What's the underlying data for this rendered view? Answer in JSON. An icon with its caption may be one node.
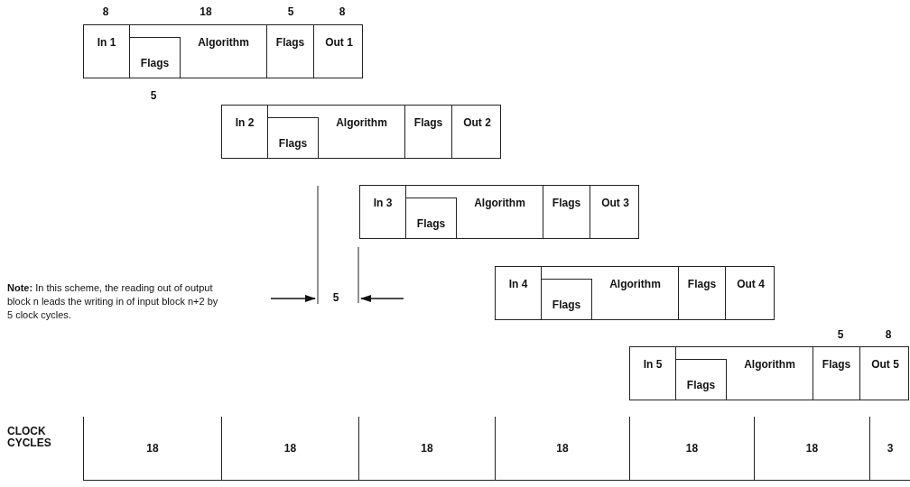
{
  "diagram": {
    "nodes": [
      {
        "text": [],
        "shape": "box"
      },
      {
        "text": [
          "In 1"
        ],
        "in": 0
      },
      {
        "text": [
          "Algorithm"
        ],
        "in": 0
      },
      {
        "text": [
          "Flags"
        ],
        "in": 2
      },
      {
        "text": [
          "Flags"
        ],
        "in": 0
      },
      {
        "text": [
          "Out 1"
        ],
        "in": 0
      },
      {
        "text": [],
        "shape": "box"
      },
      {
        "text": [
          "In 2"
        ],
        "in": 6
      },
      {
        "text": [
          "Algorithm"
        ],
        "in": 6
      },
      {
        "text": [
          "Flags"
        ],
        "in": 8
      },
      {
        "text": [
          "Flags"
        ],
        "in": 6
      },
      {
        "text": [
          "Out 2"
        ],
        "in": 6
      },
      {
        "text": [],
        "shape": "box"
      },
      {
        "text": [
          "In 3"
        ],
        "in": 12
      },
      {
        "text": [
          "Algorithm"
        ],
        "in": 12
      },
      {
        "text": [
          "Flags"
        ],
        "in": 14
      },
      {
        "text": [
          "Flags"
        ],
        "in": 12
      },
      {
        "text": [
          "Out 3"
        ],
        "in": 12
      },
      {
        "text": [],
        "shape": "box"
      },
      {
        "text": [
          "In 4"
        ],
        "in": 18
      },
      {
        "text": [
          "Algorithm"
        ],
        "in": 18
      },
      {
        "text": [
          "Flags"
        ],
        "in": 20
      },
      {
        "text": [
          "Flags"
        ],
        "in": 18
      },
      {
        "text": [
          "Out 4"
        ],
        "in": 18
      },
      {
        "text": [],
        "shape": "box"
      },
      {
        "text": [
          "In 5"
        ],
        "in": 24
      },
      {
        "text": [
          "Algorithm"
        ],
        "in": 24
      },
      {
        "text": [
          "Flags"
        ],
        "in": 26
      },
      {
        "text": [
          "Flags"
        ],
        "in": 24
      },
      {
        "text": [
          "Out 5"
        ],
        "in": 24
      }
    ],
    "labels": [
      "8",
      "18",
      "5",
      "8",
      "5",
      "**Note:**  In this scheme, the reading out of output block n leads the writing in of input block n+2 by 5 clock cycles.",
      "5",
      "5",
      "8",
      "CLOCK CYCLES",
      "18",
      "18",
      "18",
      "18",
      "18",
      "18",
      "3"
    ]
  }
}
